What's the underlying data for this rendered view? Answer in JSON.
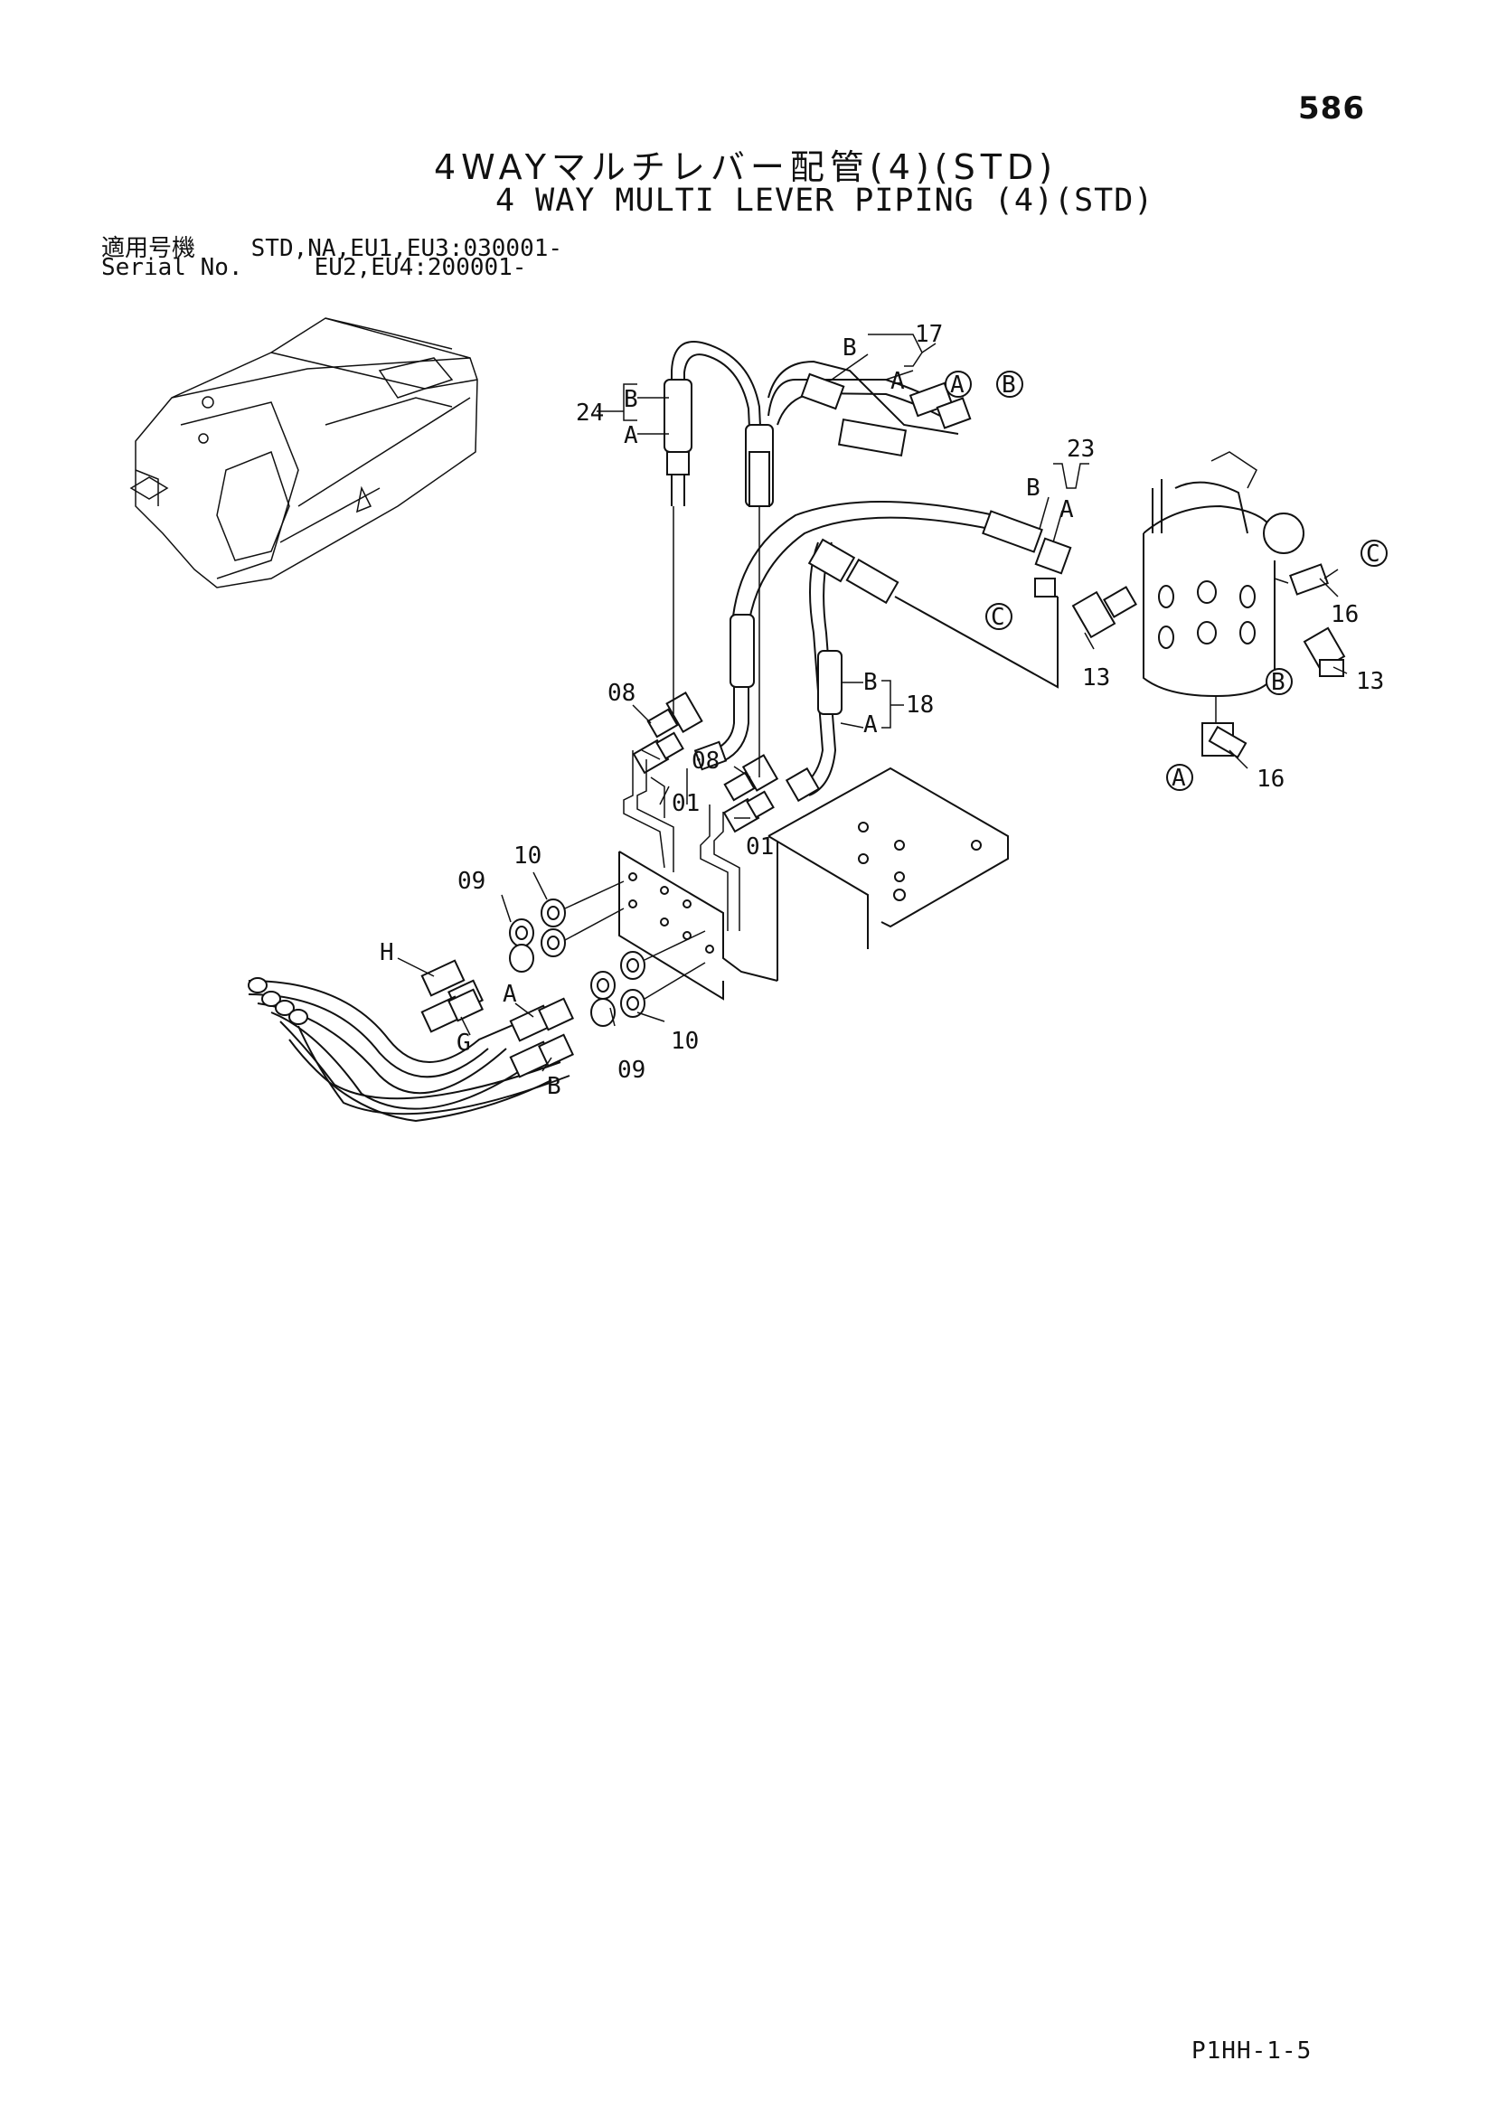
{
  "page_number": "586",
  "title_jp": "4WAYマルチレバー配管(4)(STD)",
  "title_en": "4 WAY MULTI LEVER PIPING (4)(STD)",
  "applicable": {
    "label_jp": "適用号機",
    "label_en": "Serial No.",
    "line1": "STD,NA,EU1,EU3:030001-",
    "line2": "EU2,EU4:200001-"
  },
  "footer_code": "P1HH-1-5",
  "callouts": {
    "p17": "17",
    "p24": "24",
    "p23": "23",
    "p18": "18",
    "p16a": "16",
    "p16b": "16",
    "p13a": "13",
    "p13b": "13",
    "p08a": "08",
    "p08b": "08",
    "p01a": "01",
    "p01b": "01",
    "p09a": "09",
    "p09b": "09",
    "p10a": "10",
    "p10b": "10"
  },
  "letters": {
    "A": "A",
    "B": "B",
    "C": "C",
    "G": "G",
    "H": "H"
  },
  "icons": {
    "circle_letter": "circled-letter-icon",
    "machine": "excavator-cab-outline-icon"
  }
}
